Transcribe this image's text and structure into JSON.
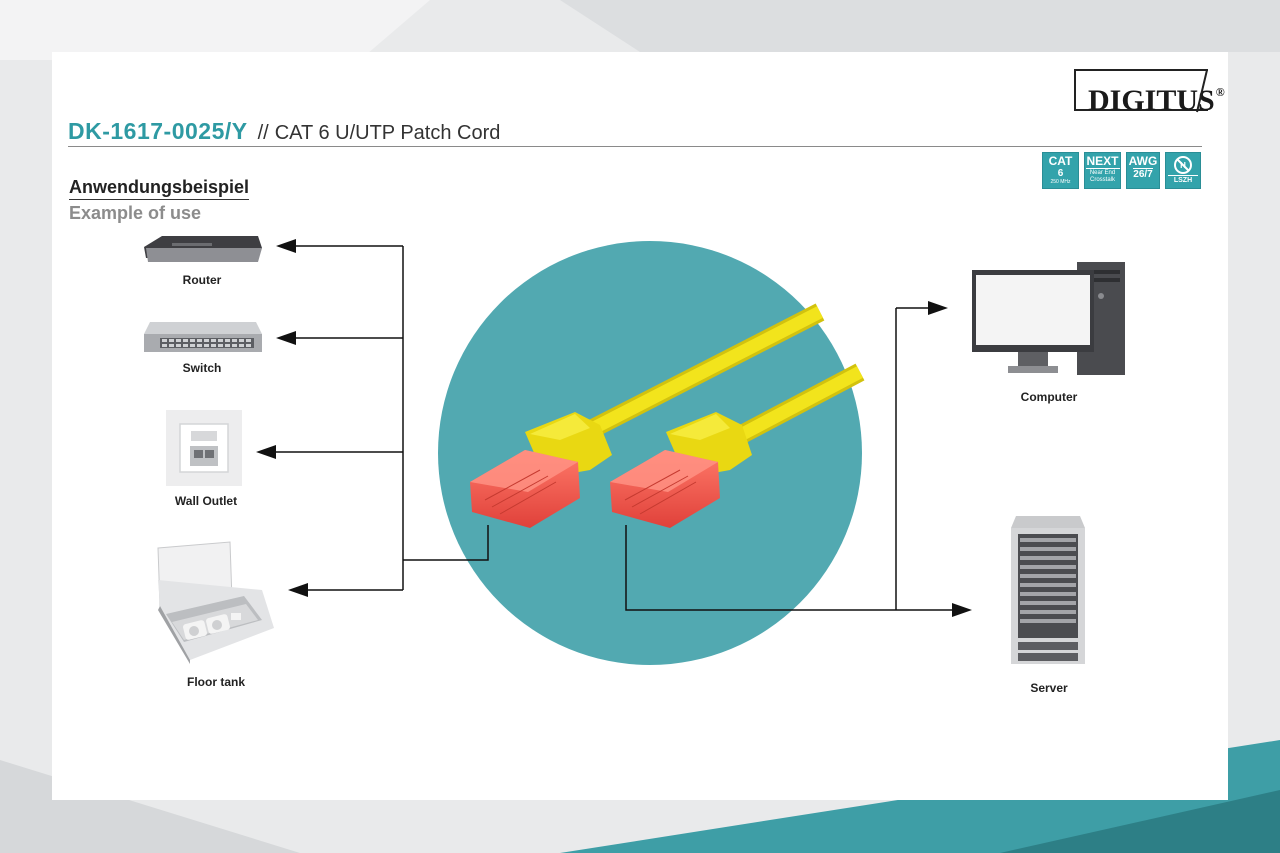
{
  "brand": {
    "name": "DIGITUS",
    "mark": "®"
  },
  "product": {
    "code": "DK-1617-0025/Y",
    "separator": "//",
    "name": "CAT 6 U/UTP Patch Cord"
  },
  "badges": [
    {
      "main": "CAT",
      "sub": "6",
      "tiny": "250 MHz"
    },
    {
      "main": "NEXT",
      "tiny": "Near End Crosstalk"
    },
    {
      "main": "AWG",
      "sub": "26/7"
    },
    {
      "main": "LSZH",
      "icon": "halogen-free-icon"
    }
  ],
  "heading": {
    "de": "Anwendungsbeispiel",
    "en": "Example of use"
  },
  "devices_left": [
    "Router",
    "Switch",
    "Wall Outlet",
    "Floor tank"
  ],
  "devices_right": [
    "Computer",
    "Server"
  ],
  "colors": {
    "accent": "#33a3ab",
    "circle": "#52a9b1",
    "cable": "#f2e41c",
    "connector": "#f0584a"
  }
}
